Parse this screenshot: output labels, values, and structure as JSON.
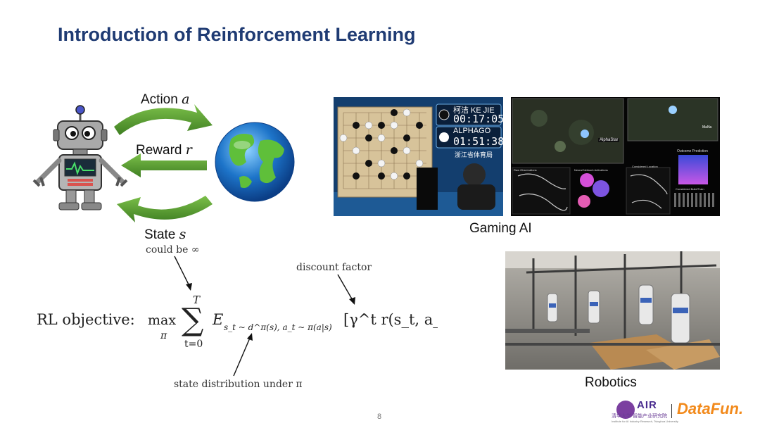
{
  "slide": {
    "title": "Introduction of Reinforcement Learning",
    "page_number": "8"
  },
  "loop": {
    "action_label": "Action",
    "action_var": "a",
    "reward_label": "Reward",
    "reward_var": "r",
    "state_label": "State",
    "state_var": "s",
    "agent_icon": "robot-icon",
    "env_icon": "globe-icon",
    "arrow_color": "#5a9a33"
  },
  "formula": {
    "prefix": "RL objective:",
    "max": "max",
    "max_sub": "π",
    "sum_upper": "T",
    "sum_lower": "t=0",
    "expectation": "E",
    "subscript": "s_t ~ d^π(s), a_t ~ π(a|s)",
    "body": "[γ^t r(s_t, a_t)]"
  },
  "annotations": {
    "could_be": "could be ∞",
    "discount": "discount factor",
    "state_dist": "state distribution under π"
  },
  "gaming": {
    "caption": "Gaming AI",
    "go_player1": "柯洁 KE JIE",
    "go_time1": "00:17:05",
    "go_player2": "ALPHAGO",
    "go_time2": "01:51:38",
    "go_sub": "浙江省体育局",
    "sc_agent": "AlphaStar",
    "sc_opponent": "MaNa",
    "sc_outcome": "Outcome Prediction",
    "sc_raw": "Raw Observations",
    "sc_nn": "Neural Network Activations",
    "sc_loc": "Considered Location",
    "sc_build": "Considered Build/Train"
  },
  "robotics": {
    "caption": "Robotics"
  },
  "logos": {
    "air": "AIR",
    "air_sub": "清华大学 智能产业研究院",
    "air_note": "Institute for AI Industry Research, Tsinghua University",
    "datafun": "DataFun."
  }
}
